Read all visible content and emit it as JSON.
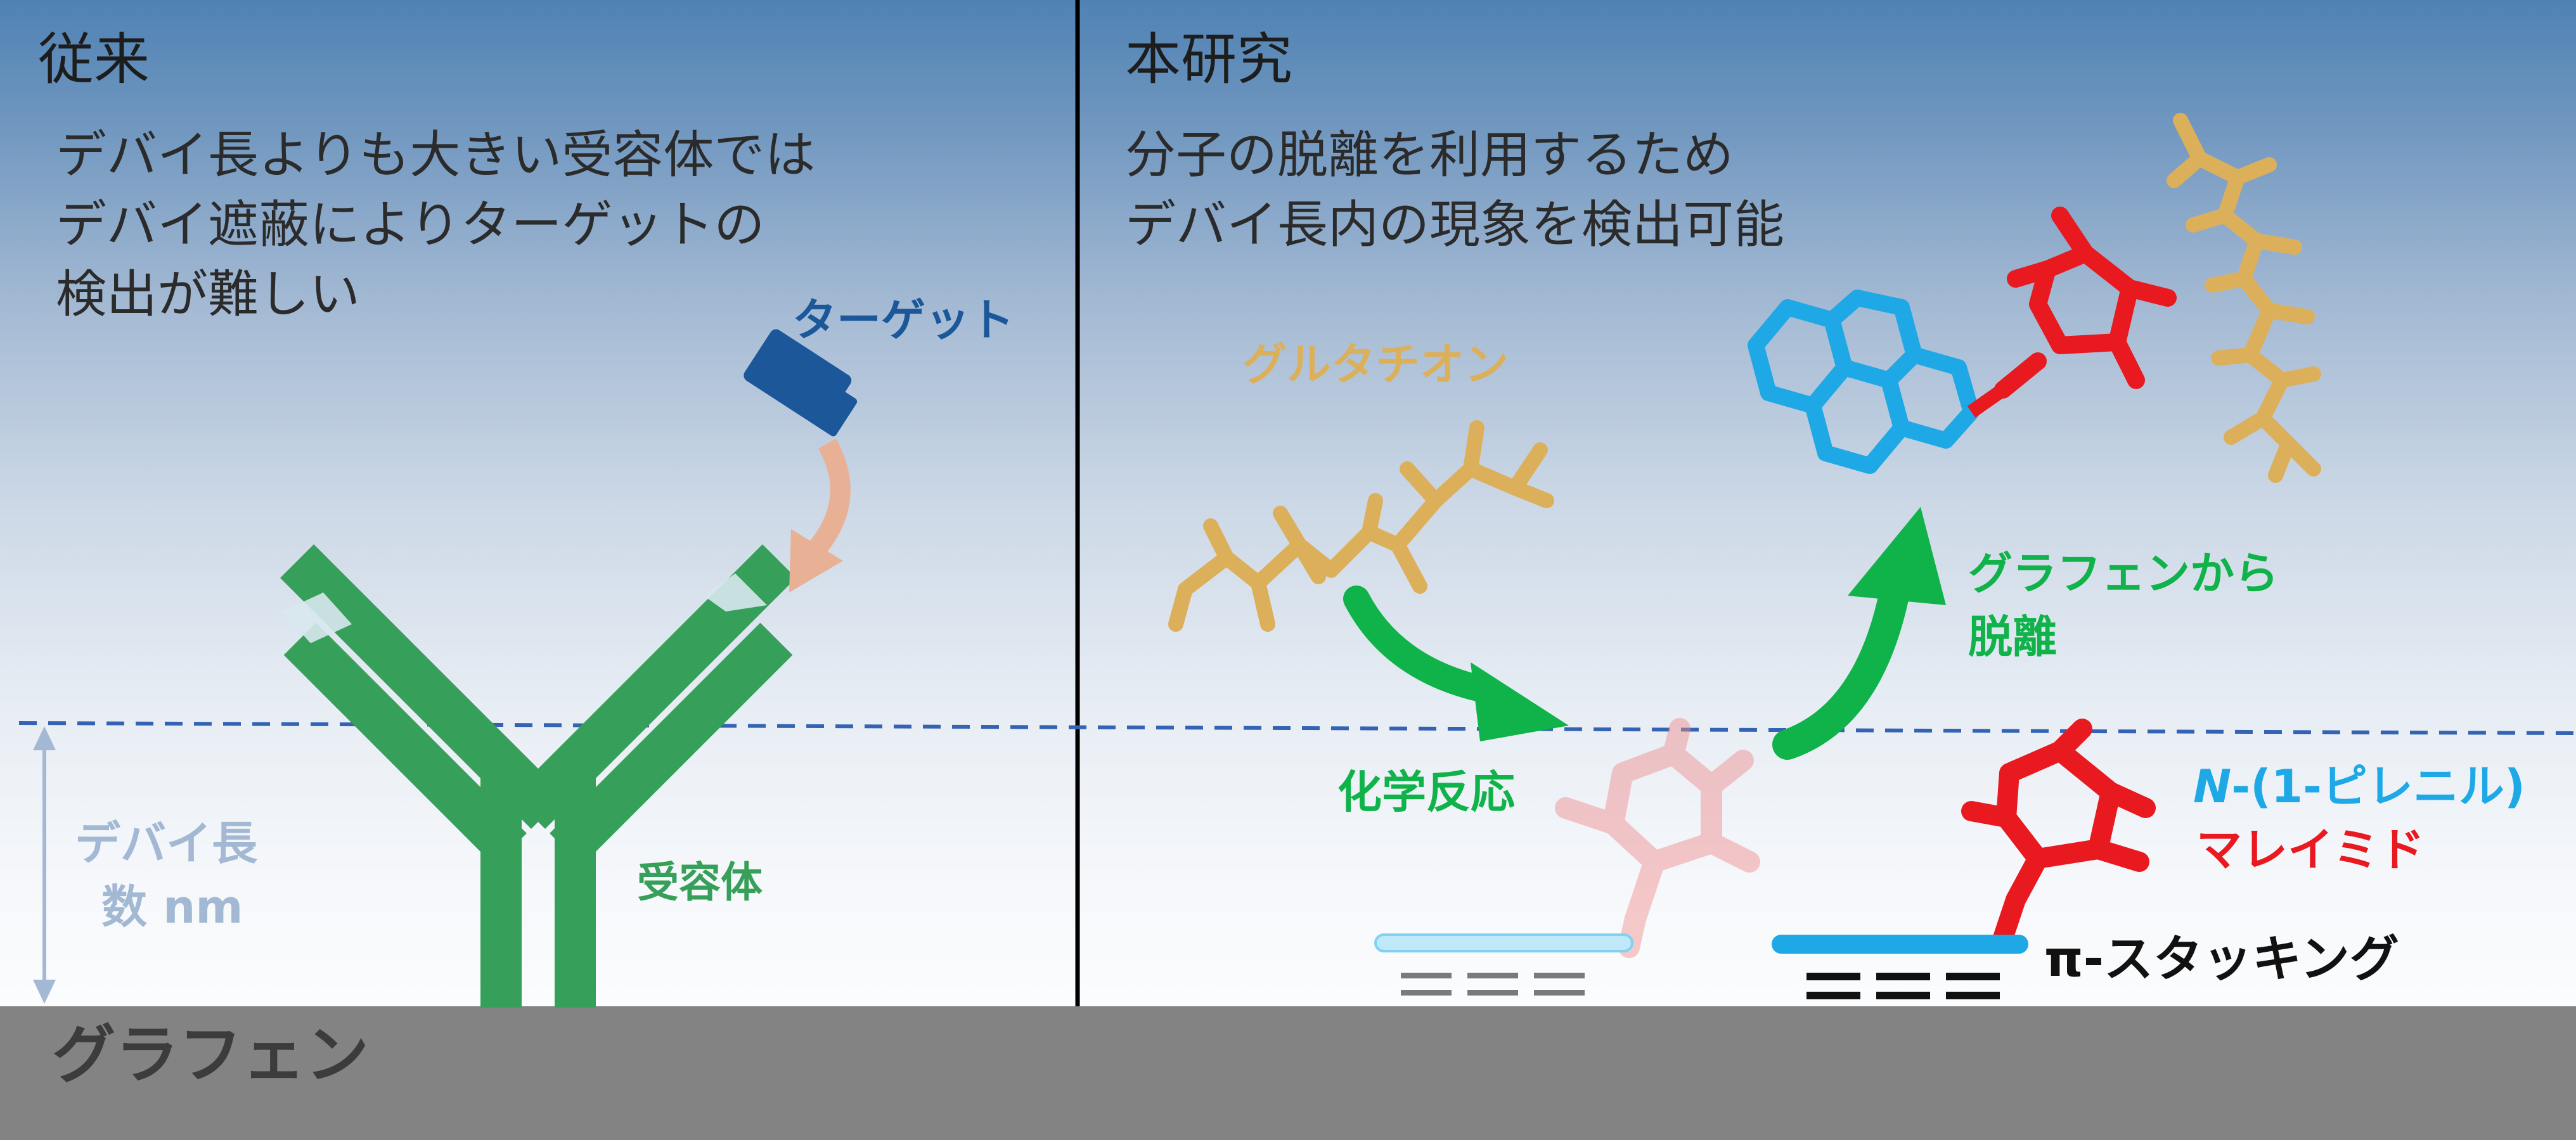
{
  "left": {
    "heading": "従来",
    "desc_lines": [
      "デバイ長よりも大きい受容体では",
      "デバイ遮蔽によりターゲットの",
      "検出が難しい"
    ],
    "target_label": "ターゲット",
    "receptor_label": "受容体",
    "debye_label_1": "デバイ長",
    "debye_label_2": "数 nm"
  },
  "right": {
    "heading": "本研究",
    "desc_lines": [
      "分子の脱離を利用するため",
      "デバイ長内の現象を検出可能"
    ],
    "glutathione_label": "グルタチオン",
    "reaction_label": "化学反応",
    "desorption_label_1": "グラフェンから",
    "desorption_label_2": "脱離",
    "compound_label_prefix": "N",
    "compound_label_rest": "-(1-ピレニル)",
    "compound_label_2": "マレイミド",
    "stacking_label": "π-スタッキング"
  },
  "ground_label": "グラフェン",
  "colors": {
    "sky_top": "#4f82b4",
    "ground": "#838383",
    "ground_text": "#3c3c3c",
    "receptor_green": "#36a05a",
    "arrow_green": "#10b24a",
    "target_blue": "#1b5799",
    "glutathione_gold": "#dcb05a",
    "pyrene_cyan": "#1ea9e6",
    "maleimide_red": "#e8191f",
    "debye_line": "#3563b3",
    "debye_text": "#a3b8d3"
  }
}
